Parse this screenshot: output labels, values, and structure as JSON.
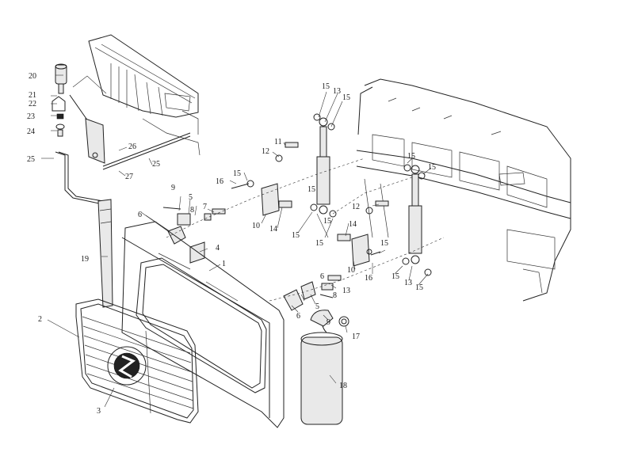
{
  "callouts": [
    {
      "text": "20"
    },
    {
      "text": "21"
    },
    {
      "text": "22"
    },
    {
      "text": "23"
    },
    {
      "text": "24"
    },
    {
      "text": "25"
    },
    {
      "text": "26"
    },
    {
      "text": "27"
    },
    {
      "text": "25"
    },
    {
      "text": "15"
    },
    {
      "text": "13"
    },
    {
      "text": "15"
    },
    {
      "text": "11"
    },
    {
      "text": "12"
    },
    {
      "text": "16"
    },
    {
      "text": "15"
    },
    {
      "text": "9"
    },
    {
      "text": "5"
    },
    {
      "text": "8"
    },
    {
      "text": "7"
    },
    {
      "text": "6"
    },
    {
      "text": "10"
    },
    {
      "text": "14"
    },
    {
      "text": "15"
    },
    {
      "text": "4"
    },
    {
      "text": "1"
    },
    {
      "text": "19"
    },
    {
      "text": "12"
    },
    {
      "text": "14"
    },
    {
      "text": "15"
    },
    {
      "text": "15"
    },
    {
      "text": "15"
    },
    {
      "text": "10"
    },
    {
      "text": "15"
    },
    {
      "text": "16"
    },
    {
      "text": "15"
    },
    {
      "text": "13"
    },
    {
      "text": "15"
    },
    {
      "text": "6"
    },
    {
      "text": "8"
    },
    {
      "text": "13"
    },
    {
      "text": "5"
    },
    {
      "text": "6"
    },
    {
      "text": "9"
    },
    {
      "text": "17"
    },
    {
      "text": "18"
    },
    {
      "text": "2"
    },
    {
      "text": "3"
    },
    {
      "text": "15"
    },
    {
      "text": "15"
    }
  ]
}
